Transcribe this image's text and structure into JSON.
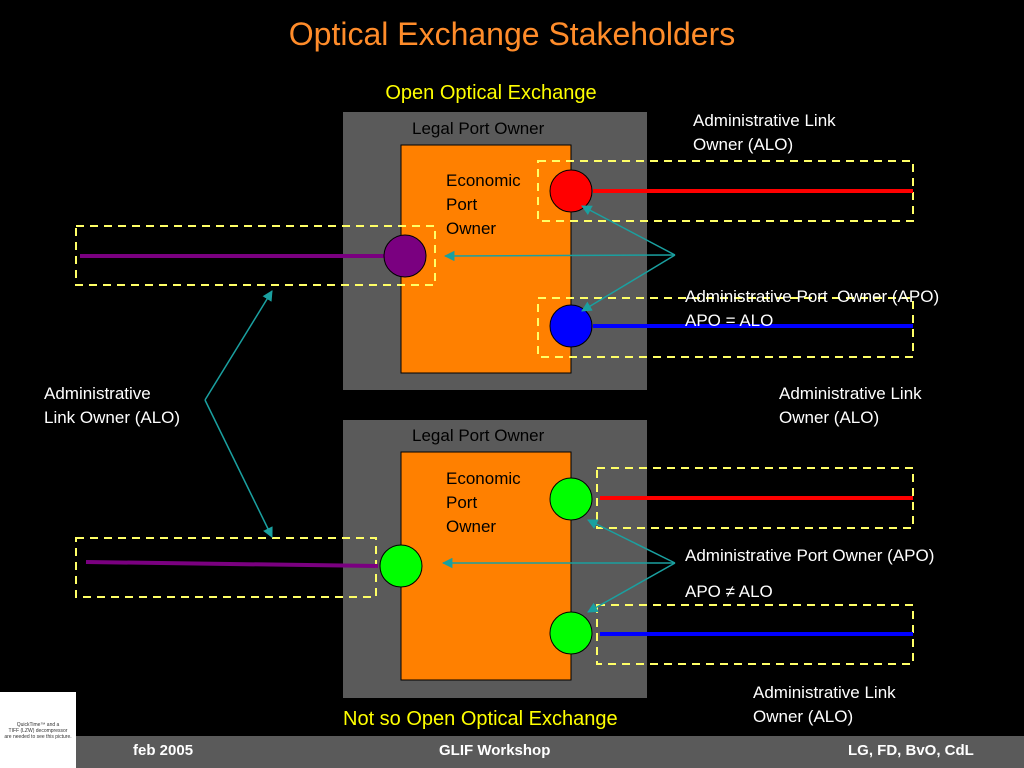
{
  "title": "Optical Exchange Stakeholders",
  "top_exchange_label": "Open Optical Exchange",
  "bottom_exchange_label": "Not so Open Optical Exchange",
  "legal_port_owner": "Legal Port Owner",
  "economic_port_owner": [
    "Economic",
    "Port",
    "Owner"
  ],
  "alo_top_right": [
    "Administrative Link",
    "Owner (ALO)"
  ],
  "apo_top": [
    "Administrative Port  Owner (APO)",
    "APO = ALO"
  ],
  "alo_mid_right": [
    "Administrative Link",
    "Owner (ALO)"
  ],
  "alo_left": [
    "Administrative",
    "Link Owner (ALO)"
  ],
  "apo_bottom": "Administrative Port Owner (APO)",
  "apo_bottom_relation": "APO ≠ ALO",
  "alo_bottom_right": [
    "Administrative Link",
    "Owner (ALO)"
  ],
  "footer": {
    "date": "feb 2005",
    "event": "GLIF Workshop",
    "authors": "LG, FD, BvO, CdL"
  },
  "quicktime_notice": [
    "QuickTime™ and a",
    "TIFF (LZW) decompressor",
    "are needed to see this picture."
  ],
  "colors": {
    "title": "#ff8c2a",
    "label": "#ffff00",
    "legal_box": "#5a5a5a",
    "economic_box": "#ff8000",
    "port_red": "#ff0000",
    "port_blue": "#0000ff",
    "port_purple": "#7a0080",
    "port_green": "#00ff00",
    "arrow": "#1aa0a0",
    "footer_bar": "#5a5a5a"
  }
}
